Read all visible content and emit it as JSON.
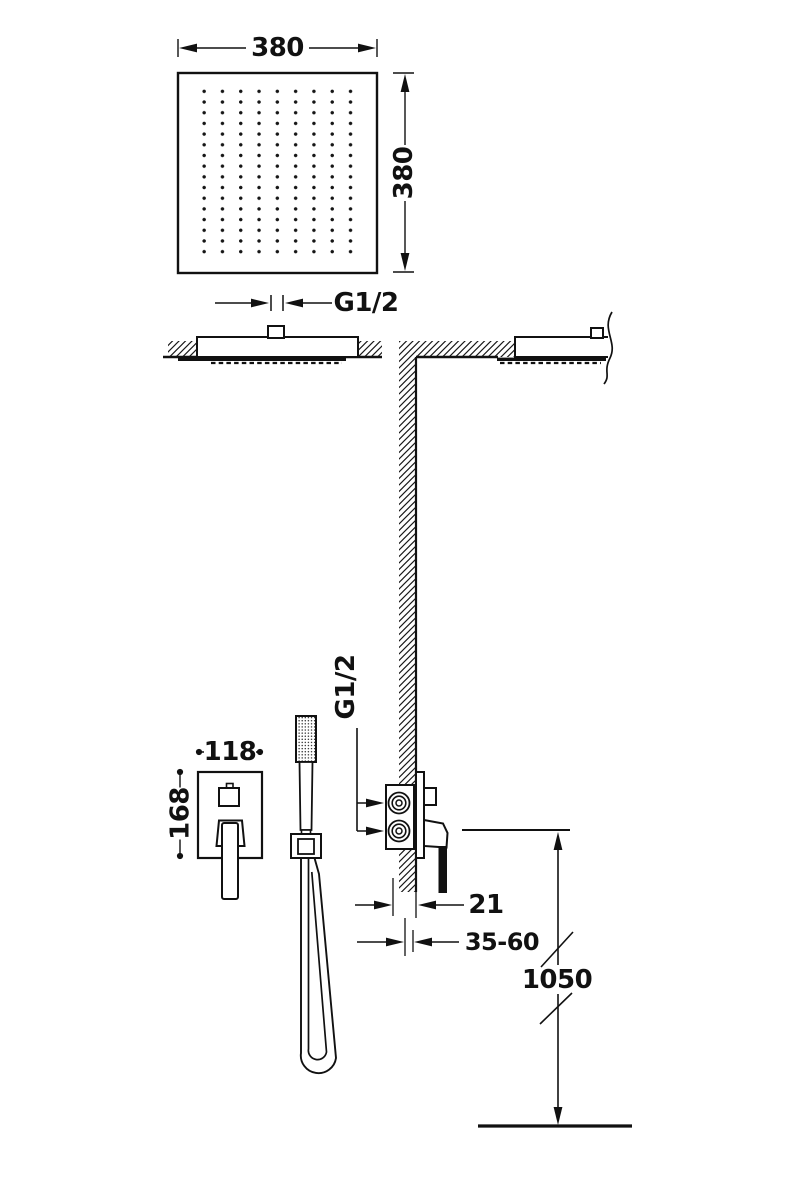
{
  "labels": {
    "head_width": "380",
    "head_depth": "380",
    "ceiling_connection": "G1/2",
    "wall_connection": "G1/2",
    "trim_width": "118",
    "trim_height": "168",
    "wall_offset": "21",
    "embedment_range": "35-60",
    "mounting_height": "1050"
  },
  "colors": {
    "line": "#111111",
    "background": "#ffffff"
  }
}
